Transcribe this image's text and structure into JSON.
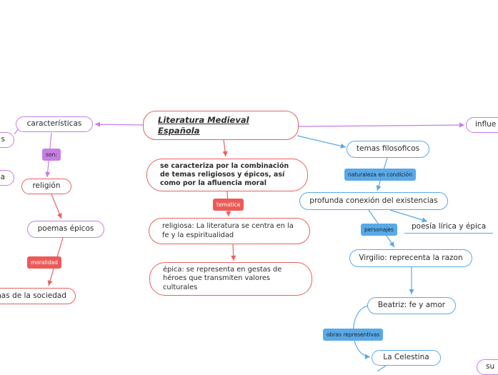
{
  "root": {
    "title": "Literatura Medieval Española"
  },
  "nodes": {
    "caracteristicas": "características",
    "religion": "religión",
    "poemas_epicos": "poemas épicos",
    "problemas_sociedad": "mas de la sociedad",
    "caracteriza": "se caracteriza por la combinación de temas religiosos y épicos, así como por la afluencia moral",
    "religiosa": "religiosa: La literatura se centra en la fe y la espiritualidad",
    "epica": "épica: se representa en gestas de héroes que transmiten valores culturales",
    "temas_filosoficos": "temas filosoficos",
    "profunda_conexion": "profunda conexión del existencias",
    "poesia_lirica": "poesía lírica y épica",
    "virgilio": "Virgilio: reprecenta la razon",
    "beatriz": "Beatriz: fe y amor",
    "la_celestina": "La Celestina",
    "influe": "influe",
    "su": "su",
    "left_s": "s",
    "left_a": "a"
  },
  "tags": {
    "son": "son:",
    "moralidad": "moralidad",
    "tematica": "tematica",
    "naturaleza": "naturaleza en condición",
    "personajes": "personajes",
    "obras": "obras representivas"
  },
  "colors": {
    "red": "#e8615f",
    "purple": "#c77de3",
    "blue": "#5aa9e6"
  }
}
